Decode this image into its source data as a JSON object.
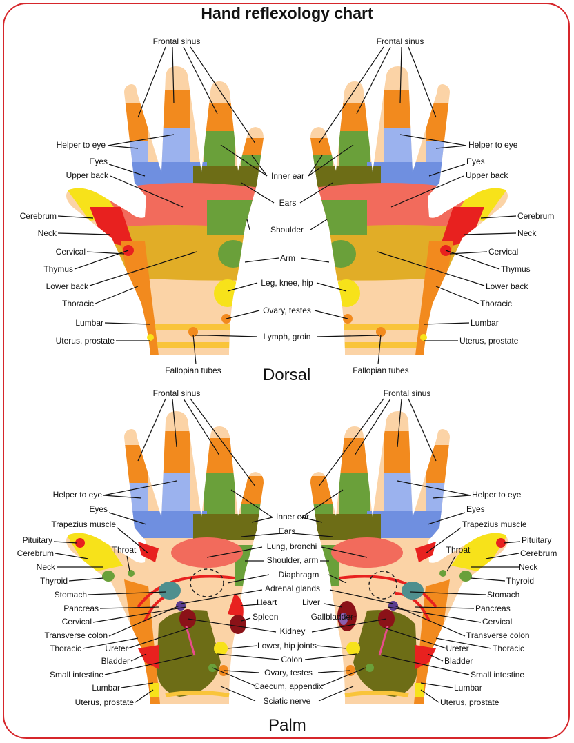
{
  "title": "Hand reflexology chart",
  "sections": {
    "dorsal": "Dorsal",
    "palm": "Palm"
  },
  "colors": {
    "frame": "#d6262b",
    "orange": "#f28a1e",
    "skin": "#fbd3a6",
    "blue_light": "#9bb2ee",
    "blue": "#6f8fe0",
    "green": "#6aa03a",
    "olive": "#6d6d16",
    "salmon": "#f26b5c",
    "mustard": "#e1ad27",
    "red": "#e8211f",
    "yellow": "#f7e21a",
    "dark_red": "#8b1218",
    "teal": "#4f8f8e",
    "purple": "#5a3d8f"
  },
  "dorsal_labels": {
    "frontal_sinus_left": "Frontal sinus",
    "frontal_sinus_right": "Frontal sinus",
    "helper_to_eye_left": "Helper to eye",
    "helper_to_eye_right": "Helper to eye",
    "eyes_left": "Eyes",
    "eyes_right": "Eyes",
    "upper_back_left": "Upper back",
    "upper_back_right": "Upper back",
    "inner_ear": "Inner ear",
    "ears": "Ears",
    "cerebrum_left": "Cerebrum",
    "cerebrum_right": "Cerebrum",
    "neck_left": "Neck",
    "neck_right": "Neck",
    "shoulder": "Shoulder",
    "cervical_left": "Cervical",
    "cervical_right": "Cervical",
    "thymus_left": "Thymus",
    "thymus_right": "Thymus",
    "arm": "Arm",
    "lower_back_left": "Lower back",
    "lower_back_right": "Lower back",
    "leg_knee_hip": "Leg, knee, hip",
    "thoracic_left": "Thoracic",
    "thoracic_right": "Thoracic",
    "ovary_testes": "Ovary, testes",
    "lumbar_left": "Lumbar",
    "lumbar_right": "Lumbar",
    "uterus_prostate_left": "Uterus, prostate",
    "uterus_prostate_right": "Uterus, prostate",
    "lymph_groin": "Lymph, groin",
    "fallopian_tubes_left": "Fallopian tubes",
    "fallopian_tubes_right": "Fallopian tubes"
  },
  "palm_labels": {
    "frontal_sinus_left": "Frontal sinus",
    "frontal_sinus_right": "Frontal sinus",
    "helper_to_eye_left": "Helper to eye",
    "helper_to_eye_right": "Helper to eye",
    "eyes_left": "Eyes",
    "eyes_right": "Eyes",
    "inner_ear": "Inner ear",
    "trapezius_left": "Trapezius muscle",
    "trapezius_right": "Trapezius muscle",
    "ears": "Ears",
    "pituitary_left": "Pituitary",
    "pituitary_right": "Pituitary",
    "cerebrum_left": "Cerebrum",
    "cerebrum_right": "Cerebrum",
    "throat_left": "Throat",
    "throat_right": "Throat",
    "lung_bronchi": "Lung, bronchi",
    "neck_left": "Neck",
    "neck_right": "Neck",
    "shoulder_arm": "Shoulder, arm",
    "thyroid_left": "Thyroid",
    "thyroid_right": "Thyroid",
    "diaphragm": "Diaphragm",
    "stomach_left": "Stomach",
    "stomach_right": "Stomach",
    "adrenal_glands": "Adrenal glands",
    "pancreas_left": "Pancreas",
    "pancreas_right": "Pancreas",
    "heart": "Heart",
    "liver": "Liver",
    "cervical_left": "Cervical",
    "cervical_right": "Cervical",
    "spleen": "Spleen",
    "gallbladder": "Gallbladder",
    "transverse_colon_left": "Transverse colon",
    "transverse_colon_right": "Transverse colon",
    "kidney": "Kidney",
    "thoracic_left": "Thoracic",
    "thoracic_right": "Thoracic",
    "ureter_left": "Ureter",
    "ureter_right": "Ureter",
    "lower_hip_joints": "Lower, hip joints",
    "bladder_left": "Bladder",
    "bladder_right": "Bladder",
    "colon": "Colon",
    "small_intestine_left": "Small intestine",
    "small_intestine_right": "Small intestine",
    "ovary_testes": "Ovary, testes",
    "lumbar_left": "Lumbar",
    "lumbar_right": "Lumbar",
    "caecum_appendix": "Caecum, appendix",
    "uterus_prostate_left": "Uterus, prostate",
    "uterus_prostate_right": "Uterus, prostate",
    "sciatic_nerve": "Sciatic nerve"
  }
}
